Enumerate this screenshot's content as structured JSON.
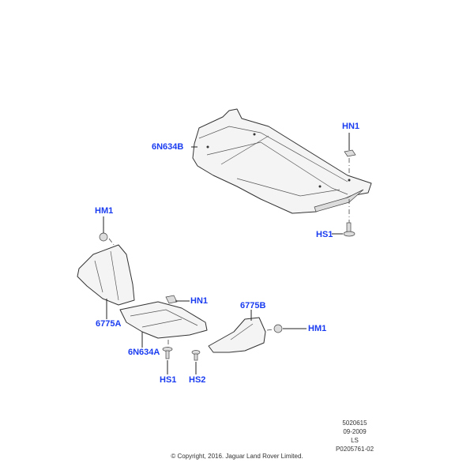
{
  "callouts": {
    "front_plate": "6N634B",
    "hn1_top": "HN1",
    "hs1_right": "HS1",
    "hm1_left": "HM1",
    "side_left": "6775A",
    "hn1_mid": "HN1",
    "side_right": "6775B",
    "hm1_right": "HM1",
    "rear_plate": "6N634A",
    "hs1_bottom": "HS1",
    "hs2_bottom": "HS2"
  },
  "info": {
    "line1": "5020615",
    "line2": "09-2009",
    "line3": "LS",
    "line4": "P0205761-02"
  },
  "copyright": "© Copyright, 2016. Jaguar Land Rover Limited.",
  "colors": {
    "callout": "#1a3cf0"
  }
}
